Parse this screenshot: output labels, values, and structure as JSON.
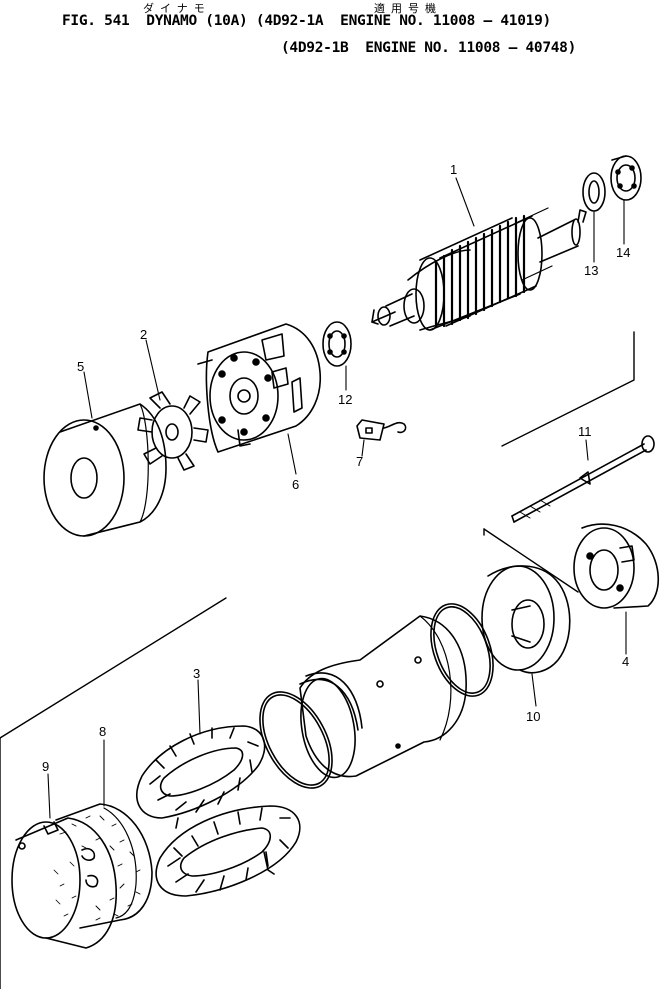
{
  "header": {
    "kana_title": "ダイナモ",
    "kana_applicable": "適用号機",
    "line1": "FIG. 541  DYNAMO (10A) (4D92-1A  ENGINE NO. 11008 — 41019)",
    "line2": "(4D92-1B  ENGINE NO. 11008 — 40748)"
  },
  "callouts": [
    "1",
    "2",
    "3",
    "4",
    "5",
    "6",
    "7",
    "8",
    "9",
    "10",
    "11",
    "12",
    "13",
    "14"
  ]
}
